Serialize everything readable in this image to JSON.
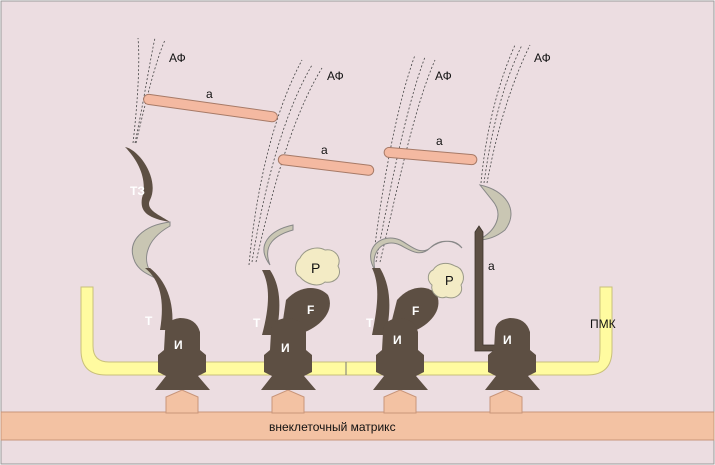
{
  "labels": {
    "actin_filament": "АФ",
    "actin": "а",
    "talin": "Т",
    "talin_long": "ТЗ",
    "integrin": "И",
    "fak": "F",
    "paxillin": "Р",
    "membrane": "ПМК",
    "ecm": "внеклеточный матрикс"
  },
  "colors": {
    "background": "#ecdde1",
    "membrane_fill": "#fffba0",
    "membrane_stroke": "#c9c07a",
    "ecm": "#f3c2a3",
    "protein_dark": "#5d4f43",
    "protein_light": "#c9c6b3",
    "actin_rod": "#f4b9a1",
    "paxillin_blob": "#f3ebc5"
  }
}
